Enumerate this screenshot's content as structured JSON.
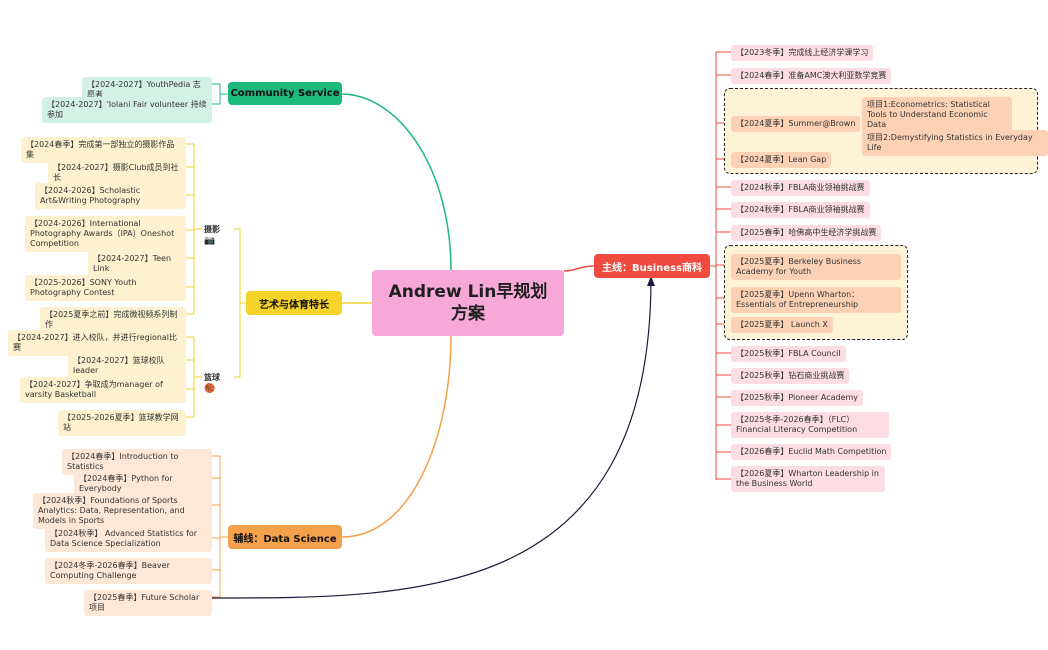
{
  "center": {
    "title": "Andrew Lin早规划方案"
  },
  "business": {
    "label": "主线：Business商科",
    "color": "#ef4b3f",
    "items": [
      "【2023冬季】完成线上经济学课学习",
      "【2024春季】准备AMC澳大利亚数学竞赛",
      "【2024夏季】Summer@Brown",
      "项目1:Econometrics: Statistical Tools to Understand Economic Data",
      "项目2:Demystifying Statistics in Everyday Life",
      "【2024夏季】Lean Gap",
      "【2024秋季】FBLA商业领袖挑战赛",
      "【2024秋季】FBLA商业领袖挑战赛",
      "【2025春季】哈佛高中生经济学挑战赛",
      "【2025夏季】Berkeley Business Academy for Youth",
      "【2025夏季】Upenn Wharton：Essentials of Entrepreneurship",
      "【2025夏季】 Launch X",
      "【2025秋季】FBLA Council",
      "【2025秋季】钻石商业挑战赛",
      "【2025秋季】Pioneer Academy",
      "【2025冬季-2026春季】（FLC）Financial Literacy Competition",
      "【2026春季】Euclid Math Competition",
      "【2026夏季】Wharton Leadership in the Business World"
    ]
  },
  "community": {
    "label": "Community Service",
    "color": "#1db87c",
    "items": [
      "【2024-2027】YouthPedia 志愿者",
      "【2024-2027】'Iolani Fair volunteer 持续参加"
    ]
  },
  "arts": {
    "label": "艺术与体育特长",
    "color": "#f5d328",
    "photo_label": "摄影",
    "photo_icon": "camera-icon",
    "photo_items": [
      "【2024春季】完成第一部独立的摄影作品集",
      "【2024-2027】摄影Club成员到社长",
      "【2024-2026】Scholastic Art&Writing Photography",
      "【2024-2026】International Photography Awards（IPA）Oneshot Competition",
      "【2024-2027】Teen Link",
      "【2025-2026】SONY Youth Photography Contest",
      "【2025夏季之前】完成微视频系列制作"
    ],
    "basketball_label": "篮球",
    "basketball_icon": "basketball-icon",
    "basketball_items": [
      "【2024-2027】进入校队，并进行regional比赛",
      "【2024-2027】篮球校队leader",
      "【2024-2027】争取成为manager of varsity Basketball",
      "【2025-2026夏季】篮球教学网站"
    ]
  },
  "datascience": {
    "label": "辅线：Data Science",
    "color": "#f5a04a",
    "items": [
      "【2024春季】Introduction to Statistics",
      "【2024春季】Python for Everybody",
      "【2024秋季】Foundations of Sports Analytics: Data, Representation, and Models in Sports",
      "【2024秋季】 Advanced Statistics for Data Science Specialization",
      "【2024冬季-2026春季】Beaver Computing Challenge",
      "【2025春季】Future Scholar项目"
    ]
  }
}
